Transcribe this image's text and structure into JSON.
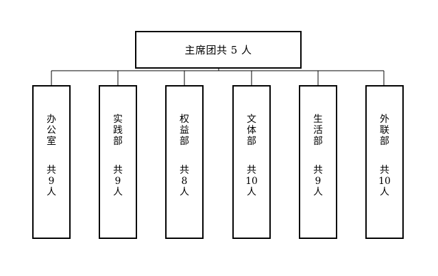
{
  "top": {
    "label": "主席团共 5 人"
  },
  "departments": [
    {
      "name_chars": [
        "办",
        "公",
        "室"
      ],
      "count_chars": [
        "共",
        "9",
        "人"
      ]
    },
    {
      "name_chars": [
        "实",
        "践",
        "部"
      ],
      "count_chars": [
        "共",
        "9",
        "人"
      ]
    },
    {
      "name_chars": [
        "权",
        "益",
        "部"
      ],
      "count_chars": [
        "共",
        "8",
        "人"
      ]
    },
    {
      "name_chars": [
        "文",
        "体",
        "部"
      ],
      "count_chars": [
        "共",
        "10",
        "人"
      ]
    },
    {
      "name_chars": [
        "生",
        "活",
        "部"
      ],
      "count_chars": [
        "共",
        "9",
        "人"
      ]
    },
    {
      "name_chars": [
        "外",
        "联",
        "部"
      ],
      "count_chars": [
        "共",
        "10",
        "人"
      ]
    }
  ]
}
